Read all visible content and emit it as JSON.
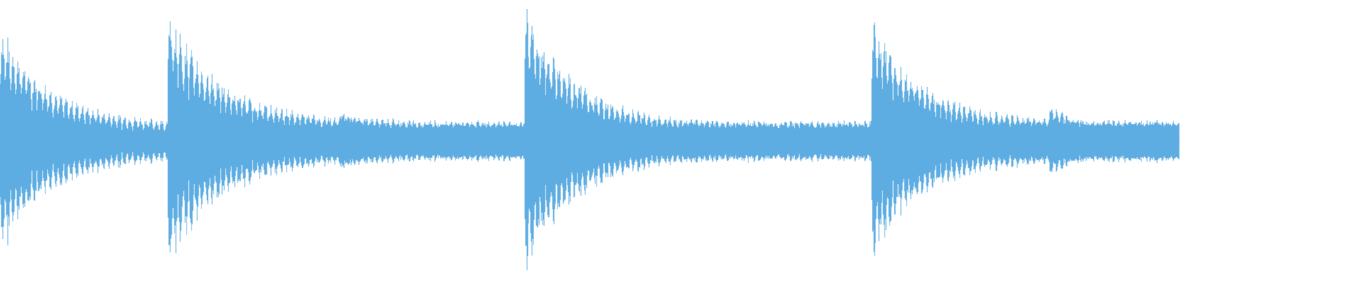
{
  "waveform": {
    "color": "#5dace2",
    "background": "#ffffff",
    "hits": [
      {
        "peak": 0.78,
        "start": 0.0,
        "decay": 0.3,
        "tail": 0.12
      },
      {
        "peak": 0.88,
        "start": 0.123,
        "decay": 0.3,
        "tail": 0.14
      },
      {
        "peak": 0.22,
        "start": 0.25,
        "decay": 0.45,
        "tail": 0.06
      },
      {
        "peak": 0.08,
        "start": 0.316,
        "decay": 0.5,
        "tail": 0.01
      },
      {
        "peak": 0.92,
        "start": 0.385,
        "decay": 0.3,
        "tail": 0.12
      },
      {
        "peak": 0.14,
        "start": 0.51,
        "decay": 0.45,
        "tail": 0.04
      },
      {
        "peak": 0.08,
        "start": 0.577,
        "decay": 0.5,
        "tail": 0.005
      },
      {
        "peak": 0.82,
        "start": 0.64,
        "decay": 0.3,
        "tail": 0.13
      },
      {
        "peak": 0.26,
        "start": 0.77,
        "decay": 0.45,
        "tail": 0.05
      },
      {
        "peak": 0.07,
        "start": 0.834,
        "decay": 0.5,
        "tail": 0.01
      }
    ],
    "end": 0.866
  }
}
